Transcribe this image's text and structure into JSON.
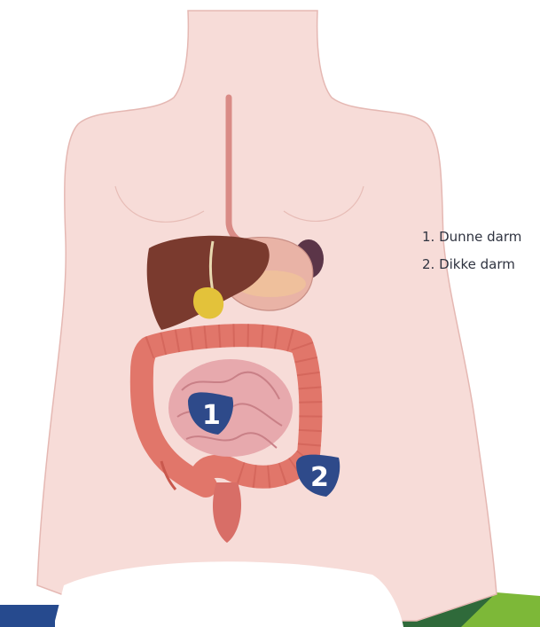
{
  "figure": {
    "legend": [
      {
        "number": "1.",
        "label": "Dunne darm"
      },
      {
        "number": "2.",
        "label": "Dikke darm"
      }
    ],
    "markers": [
      {
        "text": "1",
        "refers_to": "Dunne darm"
      },
      {
        "text": "2",
        "refers_to": "Dikke darm"
      }
    ],
    "colors": {
      "skin": "#f7dcd8",
      "skin_outline": "#e5b8b3",
      "liver": "#7a3a2e",
      "gallbladder": "#e3c23a",
      "stomach": "#e9b3a6",
      "spleen": "#5b3548",
      "small_intestine": "#e7a9ad",
      "large_intestine": "#e1766a",
      "marker_fill": "#2e4a8a",
      "band_blue": "#264a8e",
      "band_green": "#7db838"
    }
  }
}
